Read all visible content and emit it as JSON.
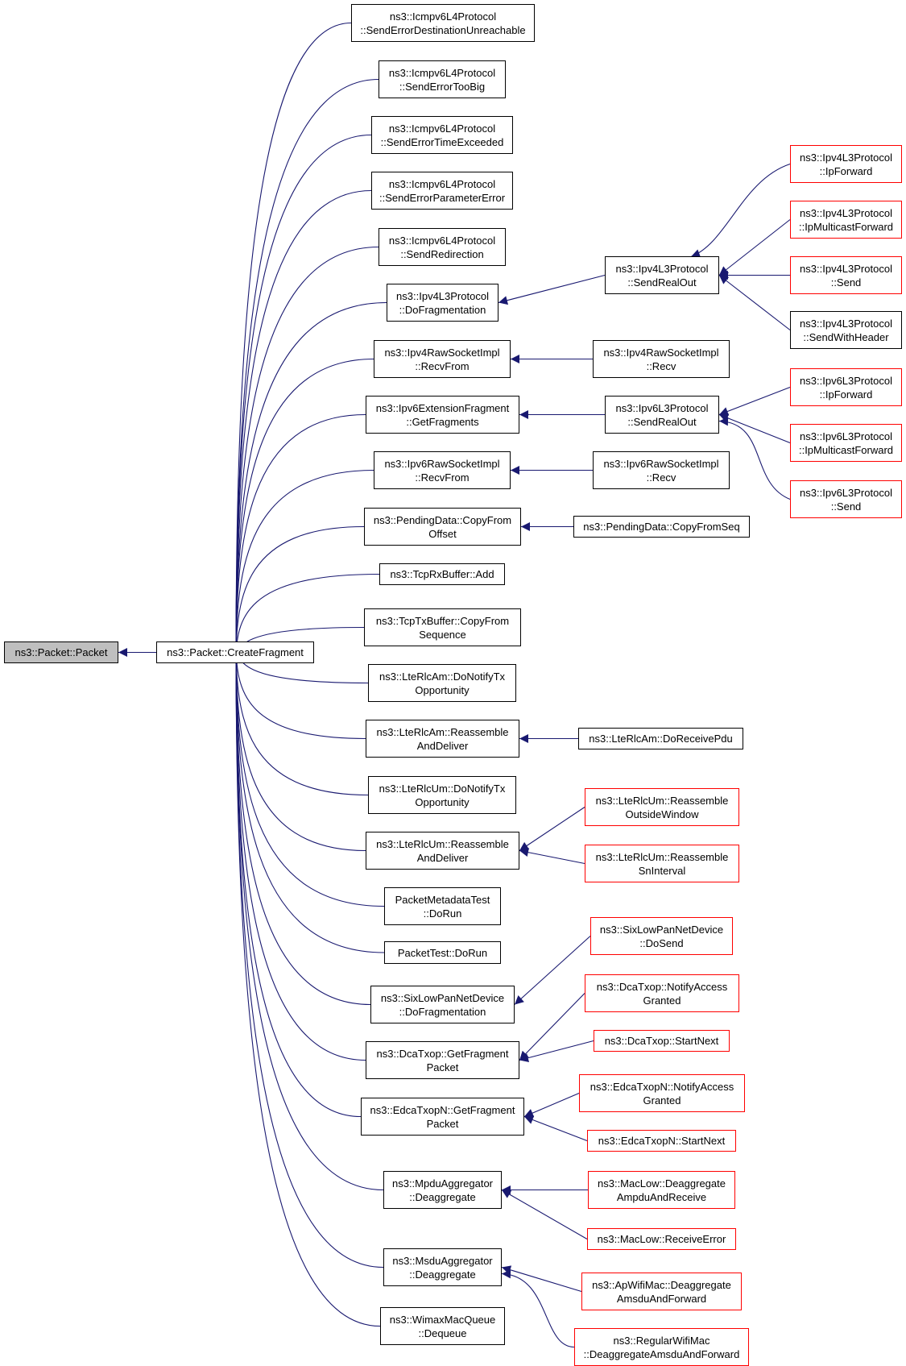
{
  "colors": {
    "edge": "#191970",
    "node_border": "#000000",
    "external_border": "#ff0000",
    "focus_fill": "#bfbfbf"
  },
  "nodes": [
    {
      "id": "packet_ctor",
      "lines": [
        "ns3::Packet::Packet"
      ],
      "style": "focus"
    },
    {
      "id": "create_fragment",
      "lines": [
        "ns3::Packet::CreateFragment"
      ],
      "style": "normal"
    },
    {
      "id": "icmp_unreach",
      "lines": [
        "ns3::Icmpv6L4Protocol",
        "::SendErrorDestinationUnreachable"
      ],
      "style": "normal"
    },
    {
      "id": "icmp_toobig",
      "lines": [
        "ns3::Icmpv6L4Protocol",
        "::SendErrorTooBig"
      ],
      "style": "normal"
    },
    {
      "id": "icmp_time",
      "lines": [
        "ns3::Icmpv6L4Protocol",
        "::SendErrorTimeExceeded"
      ],
      "style": "normal"
    },
    {
      "id": "icmp_param",
      "lines": [
        "ns3::Icmpv6L4Protocol",
        "::SendErrorParameterError"
      ],
      "style": "normal"
    },
    {
      "id": "icmp_redir",
      "lines": [
        "ns3::Icmpv6L4Protocol",
        "::SendRedirection"
      ],
      "style": "normal"
    },
    {
      "id": "ipv4_dofrag",
      "lines": [
        "ns3::Ipv4L3Protocol",
        "::DoFragmentation"
      ],
      "style": "normal"
    },
    {
      "id": "ipv4raw_recvfrom",
      "lines": [
        "ns3::Ipv4RawSocketImpl",
        "::RecvFrom"
      ],
      "style": "normal"
    },
    {
      "id": "ipv6ext_getfrag",
      "lines": [
        "ns3::Ipv6ExtensionFragment",
        "::GetFragments"
      ],
      "style": "normal"
    },
    {
      "id": "ipv6raw_recvfrom",
      "lines": [
        "ns3::Ipv6RawSocketImpl",
        "::RecvFrom"
      ],
      "style": "normal"
    },
    {
      "id": "pending_copyfromoffset",
      "lines": [
        "ns3::PendingData::CopyFrom",
        "Offset"
      ],
      "style": "normal"
    },
    {
      "id": "tcprx_add",
      "lines": [
        "ns3::TcpRxBuffer::Add"
      ],
      "style": "normal"
    },
    {
      "id": "tcptx_copyfromseq",
      "lines": [
        "ns3::TcpTxBuffer::CopyFrom",
        "Sequence"
      ],
      "style": "normal"
    },
    {
      "id": "rlcam_notify",
      "lines": [
        "ns3::LteRlcAm::DoNotifyTx",
        "Opportunity"
      ],
      "style": "normal"
    },
    {
      "id": "rlcam_reassemble",
      "lines": [
        "ns3::LteRlcAm::Reassemble",
        "AndDeliver"
      ],
      "style": "normal"
    },
    {
      "id": "rlcum_notify",
      "lines": [
        "ns3::LteRlcUm::DoNotifyTx",
        "Opportunity"
      ],
      "style": "normal"
    },
    {
      "id": "rlcum_reassemble",
      "lines": [
        "ns3::LteRlcUm::Reassemble",
        "AndDeliver"
      ],
      "style": "normal"
    },
    {
      "id": "pmt_dorun",
      "lines": [
        "PacketMetadataTest",
        "::DoRun"
      ],
      "style": "normal"
    },
    {
      "id": "pt_dorun",
      "lines": [
        "PacketTest::DoRun"
      ],
      "style": "normal"
    },
    {
      "id": "sixlow_dofrag",
      "lines": [
        "ns3::SixLowPanNetDevice",
        "::DoFragmentation"
      ],
      "style": "normal"
    },
    {
      "id": "dca_getfrag",
      "lines": [
        "ns3::DcaTxop::GetFragment",
        "Packet"
      ],
      "style": "normal"
    },
    {
      "id": "edca_getfrag",
      "lines": [
        "ns3::EdcaTxopN::GetFragment",
        "Packet"
      ],
      "style": "normal"
    },
    {
      "id": "mpdu_deagg",
      "lines": [
        "ns3::MpduAggregator",
        "::Deaggregate"
      ],
      "style": "normal"
    },
    {
      "id": "msdu_deagg",
      "lines": [
        "ns3::MsduAggregator",
        "::Deaggregate"
      ],
      "style": "normal"
    },
    {
      "id": "wimax_dequeue",
      "lines": [
        "ns3::WimaxMacQueue",
        "::Dequeue"
      ],
      "style": "normal"
    },
    {
      "id": "ipv4_sendrealout",
      "lines": [
        "ns3::Ipv4L3Protocol",
        "::SendRealOut"
      ],
      "style": "normal"
    },
    {
      "id": "ipv4raw_recv",
      "lines": [
        "ns3::Ipv4RawSocketImpl",
        "::Recv"
      ],
      "style": "normal"
    },
    {
      "id": "ipv6_sendrealout",
      "lines": [
        "ns3::Ipv6L3Protocol",
        "::SendRealOut"
      ],
      "style": "normal"
    },
    {
      "id": "ipv6raw_recv",
      "lines": [
        "ns3::Ipv6RawSocketImpl",
        "::Recv"
      ],
      "style": "normal"
    },
    {
      "id": "pending_copyfromseq",
      "lines": [
        "ns3::PendingData::CopyFromSeq"
      ],
      "style": "normal"
    },
    {
      "id": "rlcam_doreceive",
      "lines": [
        "ns3::LteRlcAm::DoReceivePdu"
      ],
      "style": "normal"
    },
    {
      "id": "rlcum_outside",
      "lines": [
        "ns3::LteRlcUm::Reassemble",
        "OutsideWindow"
      ],
      "style": "external"
    },
    {
      "id": "rlcum_sninterval",
      "lines": [
        "ns3::LteRlcUm::Reassemble",
        "SnInterval"
      ],
      "style": "external"
    },
    {
      "id": "sixlow_dosend",
      "lines": [
        "ns3::SixLowPanNetDevice",
        "::DoSend"
      ],
      "style": "external"
    },
    {
      "id": "dca_notify",
      "lines": [
        "ns3::DcaTxop::NotifyAccess",
        "Granted"
      ],
      "style": "external"
    },
    {
      "id": "dca_startnext",
      "lines": [
        "ns3::DcaTxop::StartNext"
      ],
      "style": "external"
    },
    {
      "id": "edca_notify",
      "lines": [
        "ns3::EdcaTxopN::NotifyAccess",
        "Granted"
      ],
      "style": "external"
    },
    {
      "id": "edca_startnext",
      "lines": [
        "ns3::EdcaTxopN::StartNext"
      ],
      "style": "external"
    },
    {
      "id": "maclow_deagg",
      "lines": [
        "ns3::MacLow::Deaggregate",
        "AmpduAndReceive"
      ],
      "style": "external"
    },
    {
      "id": "maclow_rxerror",
      "lines": [
        "ns3::MacLow::ReceiveError"
      ],
      "style": "external"
    },
    {
      "id": "apwifi_deagg",
      "lines": [
        "ns3::ApWifiMac::Deaggregate",
        "AmsduAndForward"
      ],
      "style": "external"
    },
    {
      "id": "regwifi_deagg",
      "lines": [
        "ns3::RegularWifiMac",
        "::DeaggregateAmsduAndForward"
      ],
      "style": "external"
    },
    {
      "id": "ipv4_ipforward",
      "lines": [
        "ns3::Ipv4L3Protocol",
        "::IpForward"
      ],
      "style": "external"
    },
    {
      "id": "ipv4_ipmcast",
      "lines": [
        "ns3::Ipv4L3Protocol",
        "::IpMulticastForward"
      ],
      "style": "external"
    },
    {
      "id": "ipv4_send",
      "lines": [
        "ns3::Ipv4L3Protocol",
        "::Send"
      ],
      "style": "external"
    },
    {
      "id": "ipv4_sendwithheader",
      "lines": [
        "ns3::Ipv4L3Protocol",
        "::SendWithHeader"
      ],
      "style": "normal"
    },
    {
      "id": "ipv6_ipforward",
      "lines": [
        "ns3::Ipv6L3Protocol",
        "::IpForward"
      ],
      "style": "external"
    },
    {
      "id": "ipv6_ipmcast",
      "lines": [
        "ns3::Ipv6L3Protocol",
        "::IpMulticastForward"
      ],
      "style": "external"
    },
    {
      "id": "ipv6_send",
      "lines": [
        "ns3::Ipv6L3Protocol",
        "::Send"
      ],
      "style": "external"
    }
  ],
  "edges": [
    {
      "from": "create_fragment",
      "to": "packet_ctor"
    },
    {
      "from": "icmp_unreach",
      "to": "create_fragment"
    },
    {
      "from": "icmp_toobig",
      "to": "create_fragment"
    },
    {
      "from": "icmp_time",
      "to": "create_fragment"
    },
    {
      "from": "icmp_param",
      "to": "create_fragment"
    },
    {
      "from": "icmp_redir",
      "to": "create_fragment"
    },
    {
      "from": "ipv4_dofrag",
      "to": "create_fragment"
    },
    {
      "from": "ipv4raw_recvfrom",
      "to": "create_fragment"
    },
    {
      "from": "ipv6ext_getfrag",
      "to": "create_fragment"
    },
    {
      "from": "ipv6raw_recvfrom",
      "to": "create_fragment"
    },
    {
      "from": "pending_copyfromoffset",
      "to": "create_fragment"
    },
    {
      "from": "tcprx_add",
      "to": "create_fragment"
    },
    {
      "from": "tcptx_copyfromseq",
      "to": "create_fragment"
    },
    {
      "from": "rlcam_notify",
      "to": "create_fragment"
    },
    {
      "from": "rlcam_reassemble",
      "to": "create_fragment"
    },
    {
      "from": "rlcum_notify",
      "to": "create_fragment"
    },
    {
      "from": "rlcum_reassemble",
      "to": "create_fragment"
    },
    {
      "from": "pmt_dorun",
      "to": "create_fragment"
    },
    {
      "from": "pt_dorun",
      "to": "create_fragment"
    },
    {
      "from": "sixlow_dofrag",
      "to": "create_fragment"
    },
    {
      "from": "dca_getfrag",
      "to": "create_fragment"
    },
    {
      "from": "edca_getfrag",
      "to": "create_fragment"
    },
    {
      "from": "mpdu_deagg",
      "to": "create_fragment"
    },
    {
      "from": "msdu_deagg",
      "to": "create_fragment"
    },
    {
      "from": "wimax_dequeue",
      "to": "create_fragment"
    },
    {
      "from": "ipv4_sendrealout",
      "to": "ipv4_dofrag"
    },
    {
      "from": "ipv4raw_recv",
      "to": "ipv4raw_recvfrom"
    },
    {
      "from": "ipv6_sendrealout",
      "to": "ipv6ext_getfrag"
    },
    {
      "from": "ipv6raw_recv",
      "to": "ipv6raw_recvfrom"
    },
    {
      "from": "pending_copyfromseq",
      "to": "pending_copyfromoffset"
    },
    {
      "from": "rlcam_doreceive",
      "to": "rlcam_reassemble"
    },
    {
      "from": "rlcum_outside",
      "to": "rlcum_reassemble"
    },
    {
      "from": "rlcum_sninterval",
      "to": "rlcum_reassemble"
    },
    {
      "from": "sixlow_dosend",
      "to": "sixlow_dofrag"
    },
    {
      "from": "dca_notify",
      "to": "dca_getfrag"
    },
    {
      "from": "dca_startnext",
      "to": "dca_getfrag"
    },
    {
      "from": "edca_notify",
      "to": "edca_getfrag"
    },
    {
      "from": "edca_startnext",
      "to": "edca_getfrag"
    },
    {
      "from": "maclow_deagg",
      "to": "mpdu_deagg"
    },
    {
      "from": "maclow_rxerror",
      "to": "mpdu_deagg"
    },
    {
      "from": "apwifi_deagg",
      "to": "msdu_deagg"
    },
    {
      "from": "regwifi_deagg",
      "to": "msdu_deagg"
    },
    {
      "from": "ipv4_ipforward",
      "to": "ipv4_sendrealout"
    },
    {
      "from": "ipv4_ipmcast",
      "to": "ipv4_sendrealout"
    },
    {
      "from": "ipv4_send",
      "to": "ipv4_sendrealout"
    },
    {
      "from": "ipv4_sendwithheader",
      "to": "ipv4_sendrealout"
    },
    {
      "from": "ipv6_ipforward",
      "to": "ipv6_sendrealout"
    },
    {
      "from": "ipv6_ipmcast",
      "to": "ipv6_sendrealout"
    },
    {
      "from": "ipv6_send",
      "to": "ipv6_sendrealout"
    }
  ]
}
